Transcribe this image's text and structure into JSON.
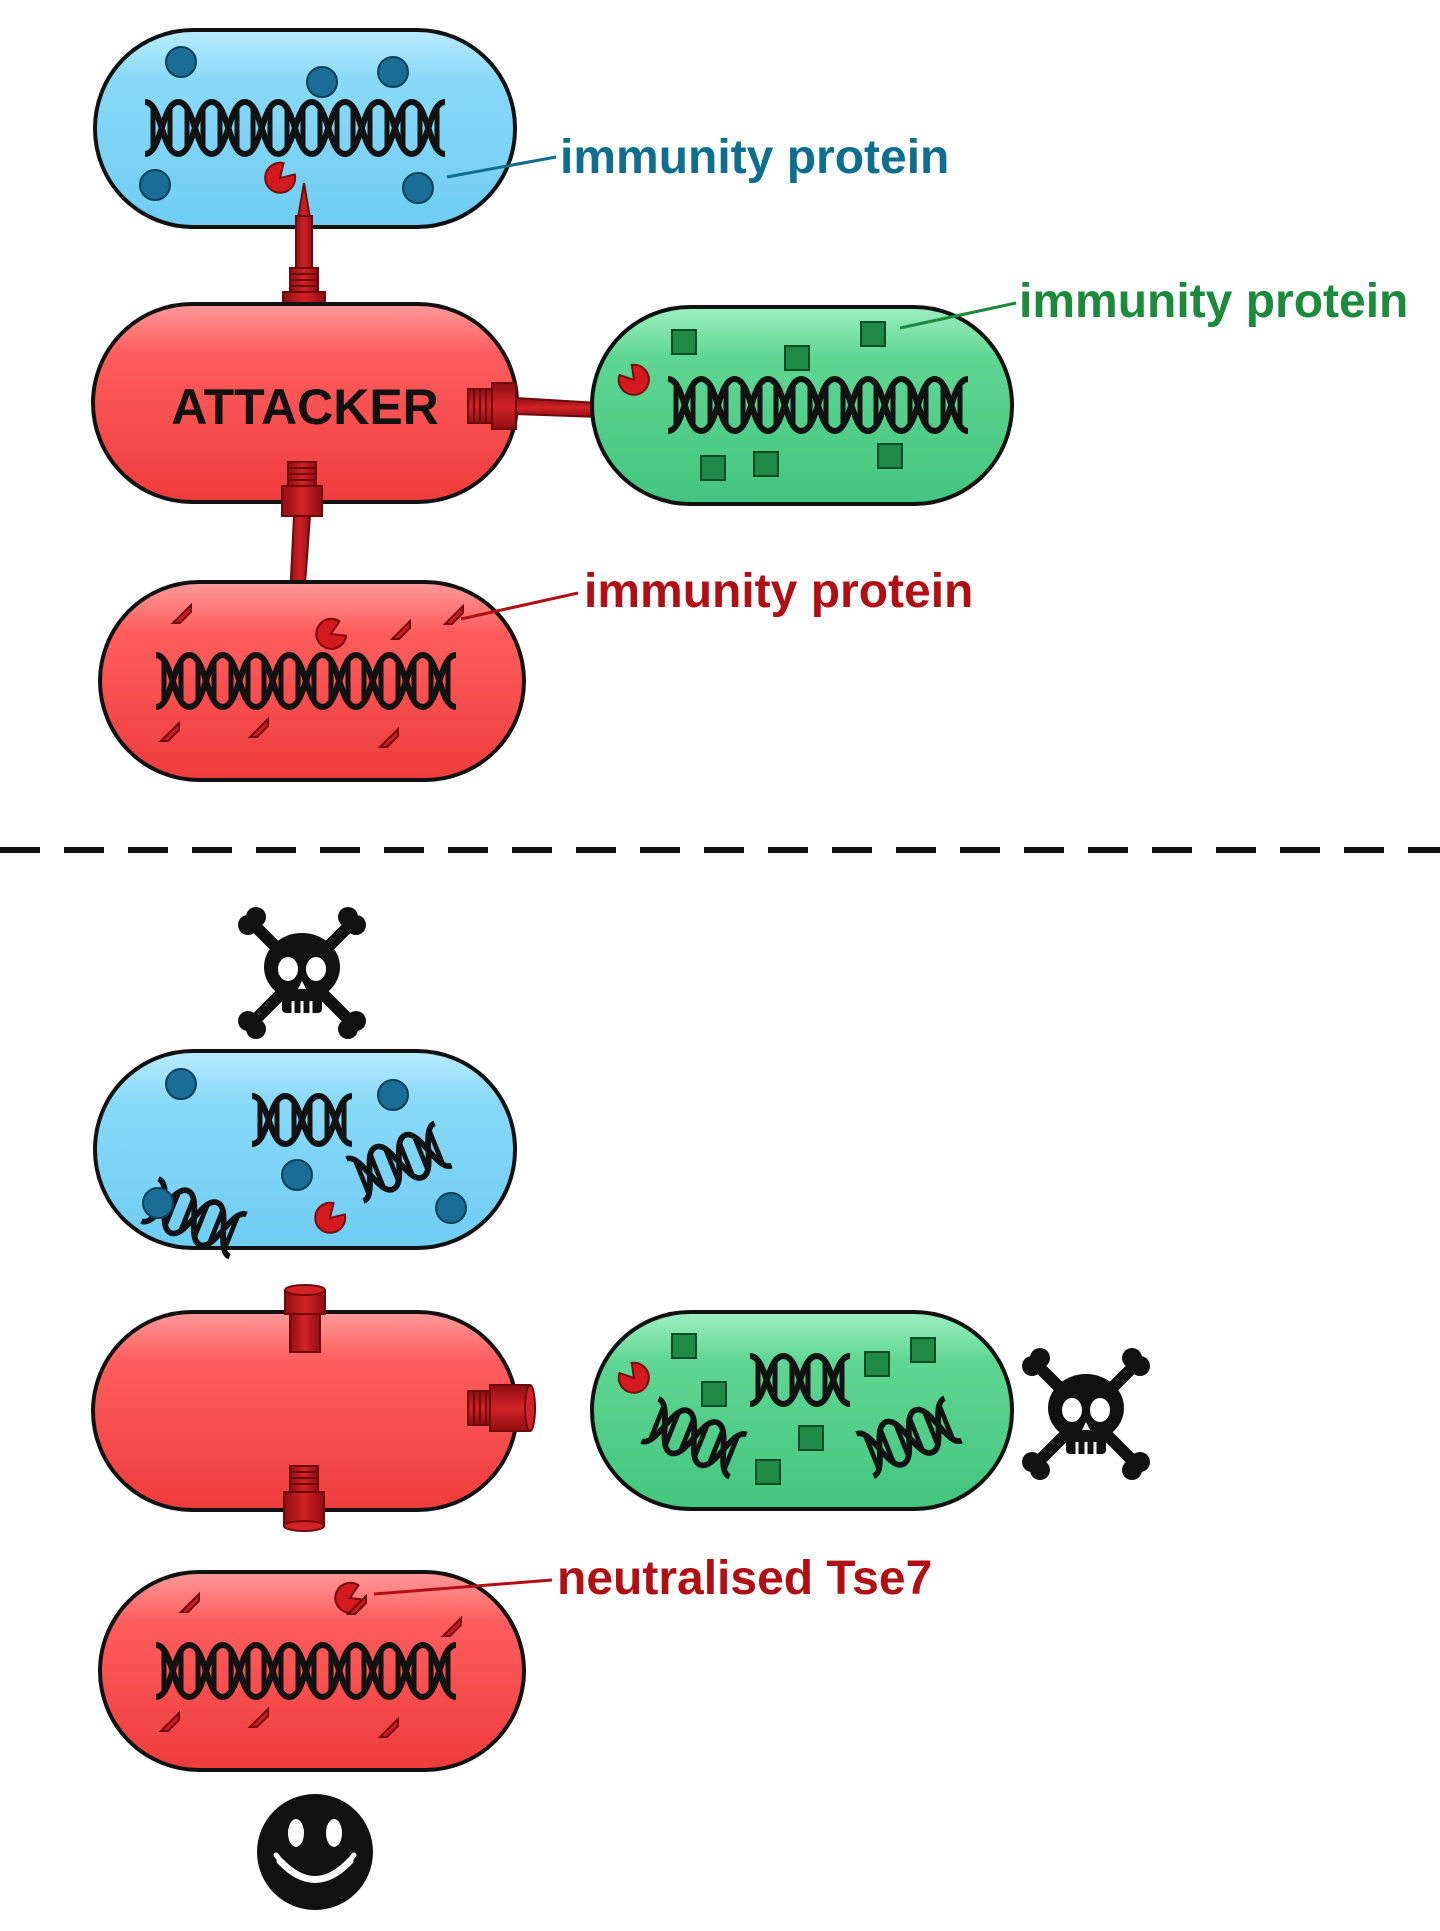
{
  "colors": {
    "attacker": "#ff5a5a",
    "attacker_dark": "#c41e24",
    "blue_cell": "#86d8f7",
    "blue_label": "#0e6e8e",
    "blue_dot": "#1a6e95",
    "green_cell": "#5dd591",
    "green_label": "#1b8a3c",
    "green_square": "#1f8a47",
    "red_label": "#b01015",
    "ink": "#111111"
  },
  "labels": {
    "attacker": "ATTACKER",
    "blue_immunity": "immunity protein",
    "green_immunity": "immunity protein",
    "red_immunity": "immunity protein",
    "neutralised": "neutralised Tse7"
  },
  "icons": {
    "dna": "dna-helix-icon",
    "toxin": "pacman-toxin-icon",
    "needle": "secretion-needle-icon",
    "skull": "skull-crossbones-icon",
    "smiley": "smiley-face-icon",
    "divider": "dashed-divider"
  }
}
